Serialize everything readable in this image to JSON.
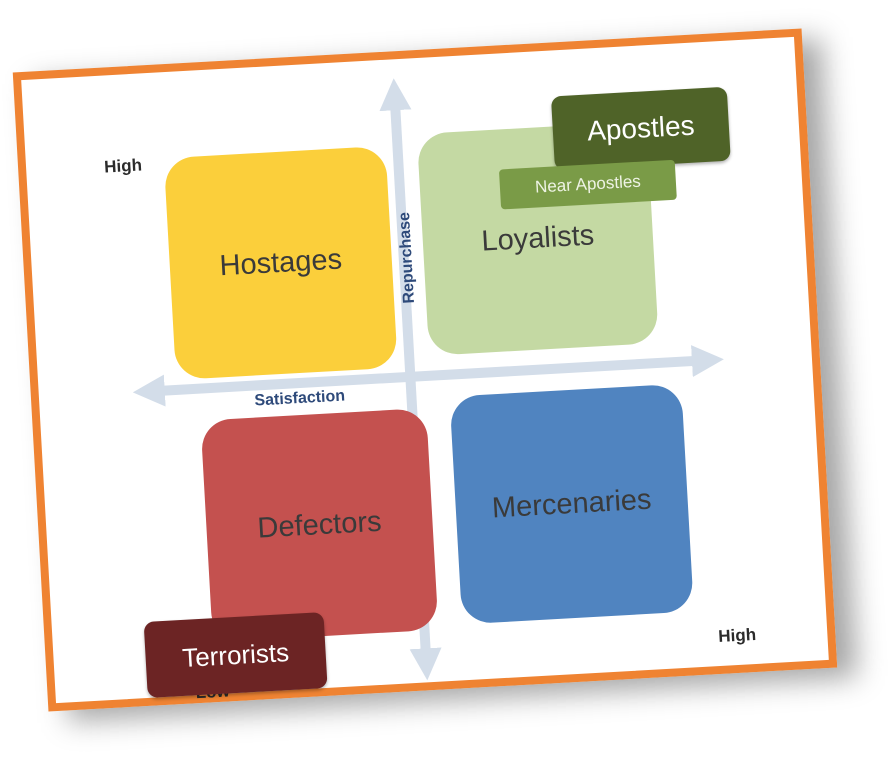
{
  "corners": {
    "top_left": "High",
    "bottom_left": "Low",
    "bottom_right": "High"
  },
  "axes": {
    "vertical": "Repurchase",
    "horizontal": "Satisfaction"
  },
  "quadrants": {
    "top_left": "Hostages",
    "top_right": "Loyalists",
    "bottom_left": "Defectors",
    "bottom_right": "Mercenaries"
  },
  "tags": {
    "apostles": "Apostles",
    "near_apostles": "Near Apostles",
    "terrorists": "Terrorists"
  },
  "colors": {
    "frame": "#ef8332",
    "hostages": "#fbcf3b",
    "loyalists": "#c4d9a3",
    "defectors": "#c4514f",
    "mercenaries": "#5084c0",
    "apostles": "#4f6328",
    "near_apostles": "#7a9b47",
    "terrorists": "#6c2424",
    "axis": "#d3dde9"
  }
}
